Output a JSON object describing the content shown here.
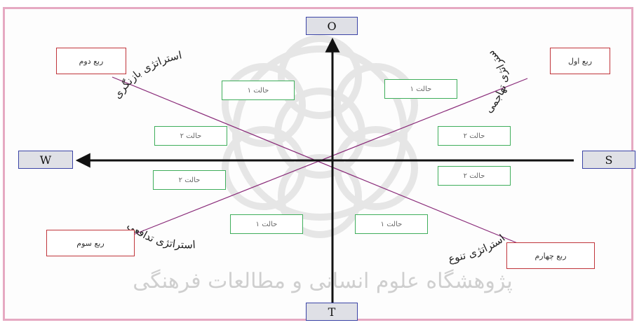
{
  "axes": {
    "top": "O",
    "bottom": "T",
    "left": "W",
    "right": "S"
  },
  "quadrants": {
    "first": "ربع اول",
    "second": "ربع دوم",
    "third": "ربع سوم",
    "fourth": "ربع چهارم"
  },
  "quadrant_strategies": {
    "first": "استراتژی تهاجمی",
    "second": "استراتژی بازنگری",
    "third": "استراتژی تدافعی",
    "fourth": "استراتژی تنوع"
  },
  "states": {
    "q1_1": "حالت ۱",
    "q1_2": "حالت ۲",
    "q2_1": "حالت ۱",
    "q2_2": "حالت ۲",
    "q3_1": "حالت ۲",
    "q3_2": "حالت ۱",
    "q4_1": "حالت ۲",
    "q4_2": "حالت ۱"
  },
  "watermark_text": "پژوهشگاه علوم انسانی و مطالعات فرهنگی",
  "colors": {
    "frame": "#e6a9c2",
    "axis_box_border": "#3b44a6",
    "quadrant_border": "#c0353b",
    "state_border": "#3fae5b",
    "diagonal": "#8a2c7a",
    "axis": "#111111"
  }
}
